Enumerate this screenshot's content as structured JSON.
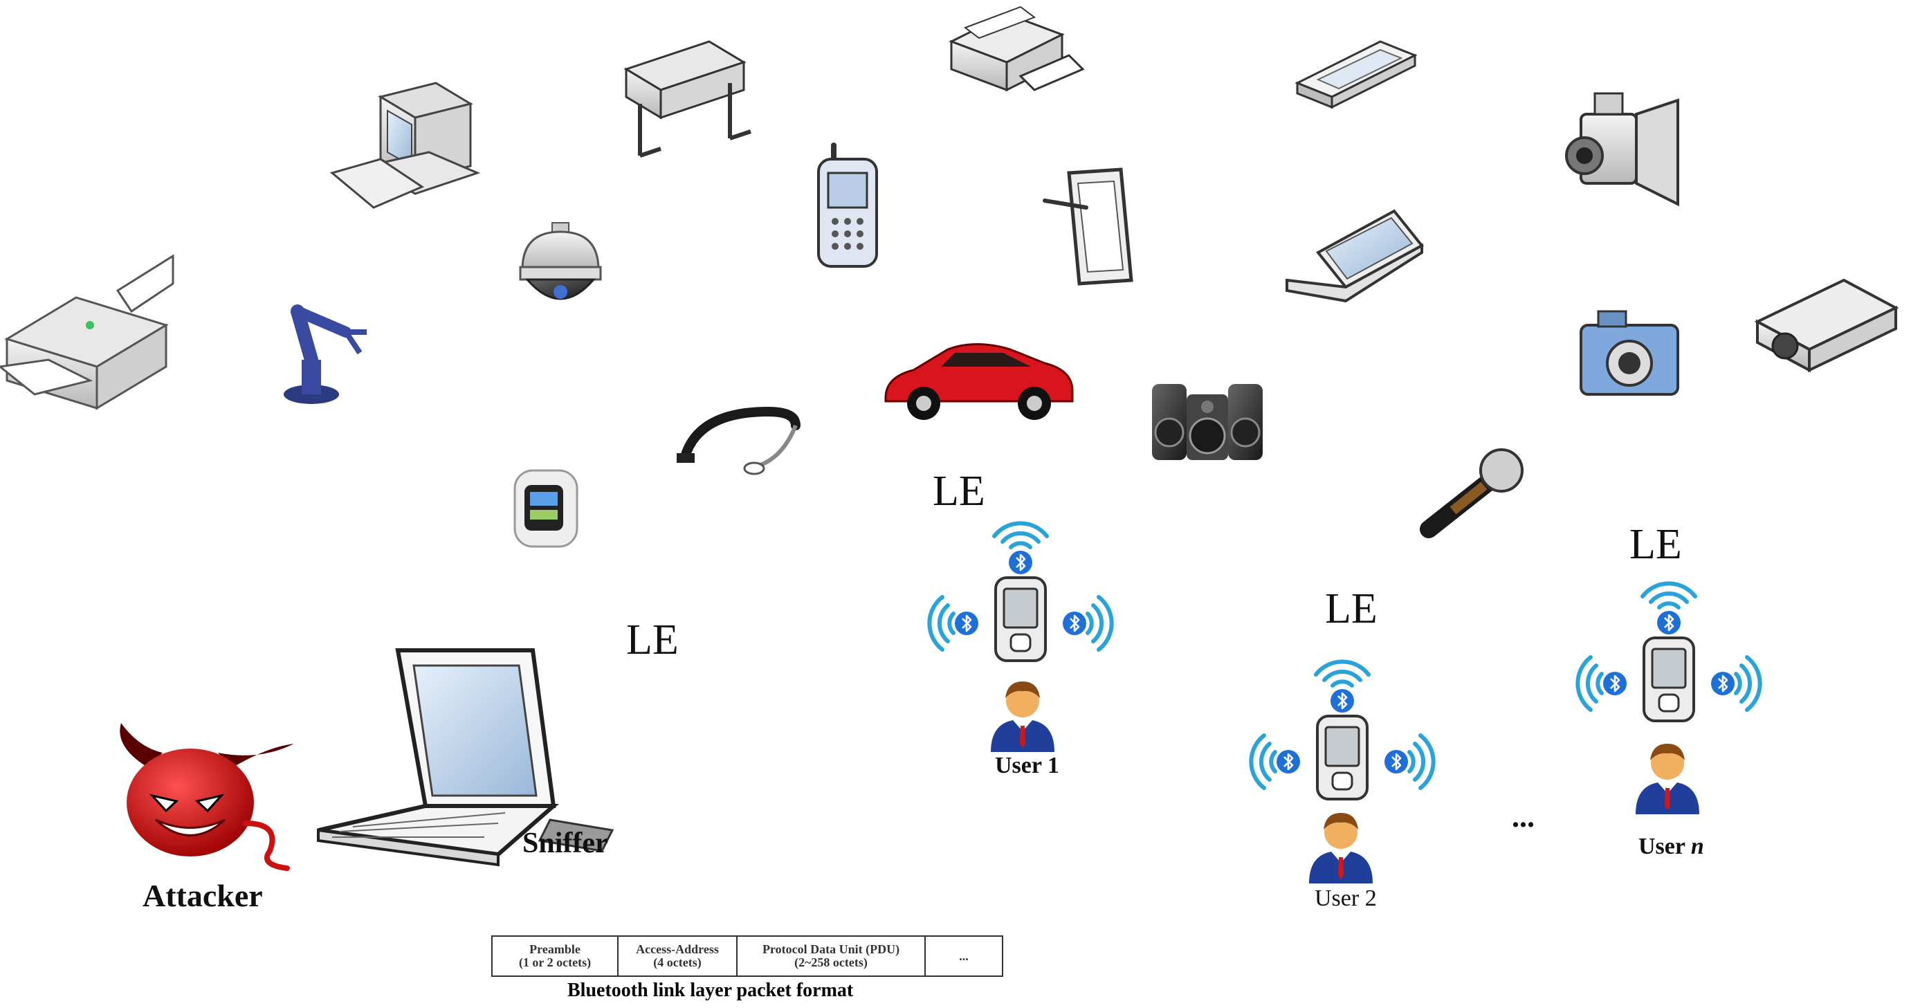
{
  "labels": {
    "le": [
      "LE",
      "LE",
      "LE",
      "LE"
    ],
    "attacker": "Attacker",
    "sniffer": "Sniffer",
    "user1": "User 1",
    "user2": "User 2",
    "usern_prefix": "User ",
    "usern_var": "n",
    "ellipsis": "..."
  },
  "packet": {
    "cells": [
      {
        "title": "Preamble",
        "sub": "(1 or 2 octets)"
      },
      {
        "title": "Access-Address",
        "sub": "(4 octets)"
      },
      {
        "title": "Protocol Data Unit (PDU)",
        "sub": "(2~258 octets)"
      },
      {
        "title": "...",
        "sub": ""
      }
    ],
    "caption": "Bluetooth link layer packet format"
  },
  "colors": {
    "bluetooth": "#1e6fd9",
    "signal": "#2aa3dc",
    "car": "#d8141c",
    "attacker": "#cc1111",
    "person_suit": "#1f3f9a",
    "person_skin": "#f0b060"
  },
  "devices": [
    "printer-icon",
    "desktop-computer-icon",
    "plotter-icon",
    "fax-machine-icon",
    "scanner-icon",
    "camcorder-icon",
    "robot-arm-icon",
    "dome-camera-icon",
    "cell-phone-icon",
    "tablet-icon",
    "laptop-icon",
    "digital-camera-icon",
    "projector-icon",
    "headset-icon",
    "car-icon",
    "speakers-icon",
    "microphone-icon",
    "smartwatch-icon"
  ]
}
